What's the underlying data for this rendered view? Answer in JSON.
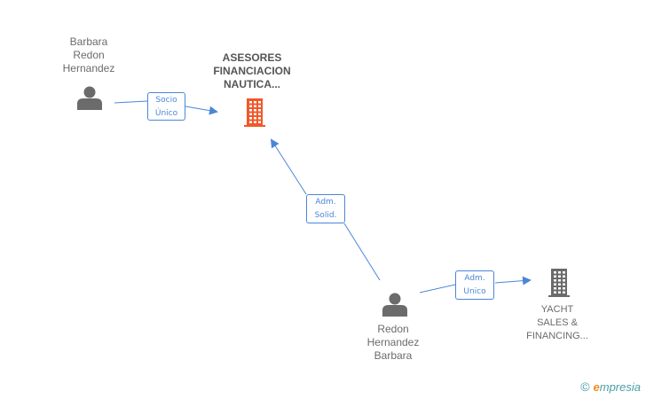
{
  "nodes": {
    "person_1": {
      "label_lines": [
        "Barbara",
        "Redon",
        "Hernandez"
      ],
      "type": "person",
      "icon": "person-icon",
      "color": "#6b6b6b"
    },
    "company_main": {
      "label_lines": [
        "ASESORES",
        "FINANCIACION",
        "NAUTICA..."
      ],
      "type": "company",
      "icon": "building-icon",
      "color": "#f0582a"
    },
    "person_2": {
      "label_lines": [
        "Redon",
        "Hernandez",
        "Barbara"
      ],
      "type": "person",
      "icon": "person-icon",
      "color": "#6b6b6b"
    },
    "company_2": {
      "label_lines": [
        "YACHT",
        "SALES &",
        "FINANCING..."
      ],
      "type": "company",
      "icon": "building-icon",
      "color": "#6b6b6b"
    }
  },
  "edges": [
    {
      "from": "person_1",
      "to": "company_main",
      "label_lines": [
        "Socio",
        "Único"
      ]
    },
    {
      "from": "person_2",
      "to": "company_main",
      "label_lines": [
        "Adm.",
        "Solid."
      ]
    },
    {
      "from": "person_2",
      "to": "company_2",
      "label_lines": [
        "Adm.",
        "Unico"
      ]
    }
  ],
  "edge_color": "#4a86d8",
  "brand": {
    "copyright_symbol": "©",
    "name_initial": "e",
    "name_rest": "mpresia"
  }
}
